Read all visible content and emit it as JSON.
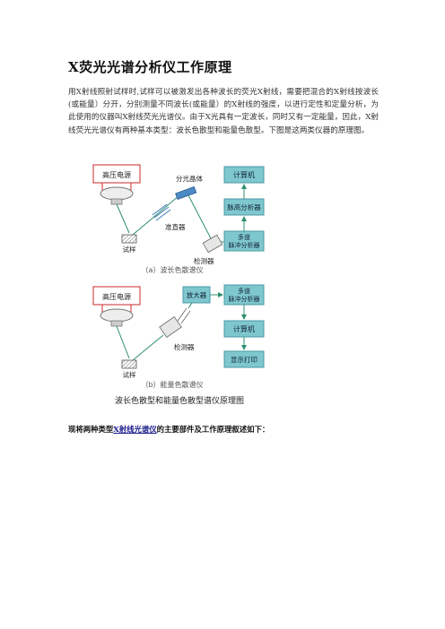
{
  "document": {
    "title": "X荧光光谱分析仪工作原理",
    "intro": "用X射线照射试样时,试样可以被激发出各种波长的荧光X射线，需要把混合的X射线按波长(或能量）分开，分别测量不同波长(或能量）的X射线的强度，以进行定性和定量分析，为此使用的仪器叫X射线荧光光谱仪。由于X光具有一定波长，同时又有一定能量，因此，X射线荧光光谱仪有两种基本类型：波长色散型和能量色散型。下图是这两类仪器的原理图。",
    "summary_pre": "现将两种类型",
    "summary_link": "X射线光谱仪",
    "summary_post": "的主要部件及工作原理叙述如下："
  },
  "figure": {
    "top": {
      "hv_label": "高压电源",
      "crystal_label": "分光晶体",
      "collimator_label": "准直器",
      "sample_label": "试样",
      "detector_label": "检测器",
      "computer_label": "计算机",
      "height_analyzer_label": "脉高分析器",
      "mca_label_1": "多道",
      "mca_label_2": "脉冲分析器",
      "caption": "（a）波长色散谱仪"
    },
    "bottom": {
      "hv_label": "高压电源",
      "amplifier_label": "放大器",
      "mca_label_1": "多道",
      "mca_label_2": "脉冲分析器",
      "detector_label": "检测器",
      "computer_label": "计算机",
      "sample_label": "试样",
      "printer_label": "显示打印",
      "caption": "（b）能量色散谱仪"
    },
    "title": "波长色散型和能量色散型谱仪原理图",
    "colors": {
      "box_fill": "#7fc7cf",
      "box_stroke": "#4a9aa5",
      "line": "#2f8f6f",
      "red": "#cc2a2a",
      "gray": "#8a8a8a"
    }
  }
}
